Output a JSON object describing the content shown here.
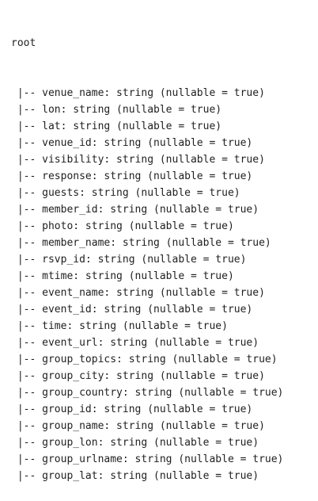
{
  "schema": {
    "root": "root",
    "prefix": " |-- ",
    "fields": [
      "venue_name: string (nullable = true)",
      "lon: string (nullable = true)",
      "lat: string (nullable = true)",
      "venue_id: string (nullable = true)",
      "visibility: string (nullable = true)",
      "response: string (nullable = true)",
      "guests: string (nullable = true)",
      "member_id: string (nullable = true)",
      "photo: string (nullable = true)",
      "member_name: string (nullable = true)",
      "rsvp_id: string (nullable = true)",
      "mtime: string (nullable = true)",
      "event_name: string (nullable = true)",
      "event_id: string (nullable = true)",
      "time: string (nullable = true)",
      "event_url: string (nullable = true)",
      "group_topics: string (nullable = true)",
      "group_city: string (nullable = true)",
      "group_country: string (nullable = true)",
      "group_id: string (nullable = true)",
      "group_name: string (nullable = true)",
      "group_lon: string (nullable = true)",
      "group_urlname: string (nullable = true)",
      "group_lat: string (nullable = true)"
    ]
  }
}
